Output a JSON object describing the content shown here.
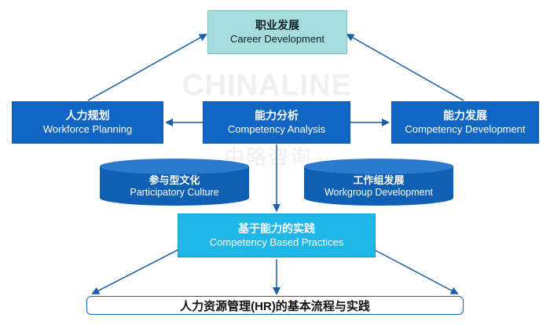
{
  "nodes": {
    "career": {
      "zh": "职业发展",
      "en": "Career Development"
    },
    "workforce": {
      "zh": "人力规划",
      "en": "Workforce Planning"
    },
    "competency_analysis": {
      "zh": "能力分析",
      "en": "Competency Analysis"
    },
    "competency_development": {
      "zh": "能力发展",
      "en": "Competency Development"
    },
    "participatory_culture": {
      "zh": "参与型文化",
      "en": "Participatory Culture"
    },
    "workgroup_development": {
      "zh": "工作组发展",
      "en": "Workgroup Development"
    },
    "competency_practices": {
      "zh": "基于能力的实践",
      "en": "Competency Based Practices"
    }
  },
  "footer": {
    "text": "人力资源管理(HR)的基本流程与实践"
  },
  "watermark": {
    "en": "CHINALINE",
    "zh": "中略咨询"
  },
  "colors": {
    "primary_blue": "#1166c4",
    "cylinder_blue": "#0f5fb5",
    "teal": "#a6dcdc",
    "cyan": "#1fb6e8",
    "arrow": "#1a5fa8"
  }
}
